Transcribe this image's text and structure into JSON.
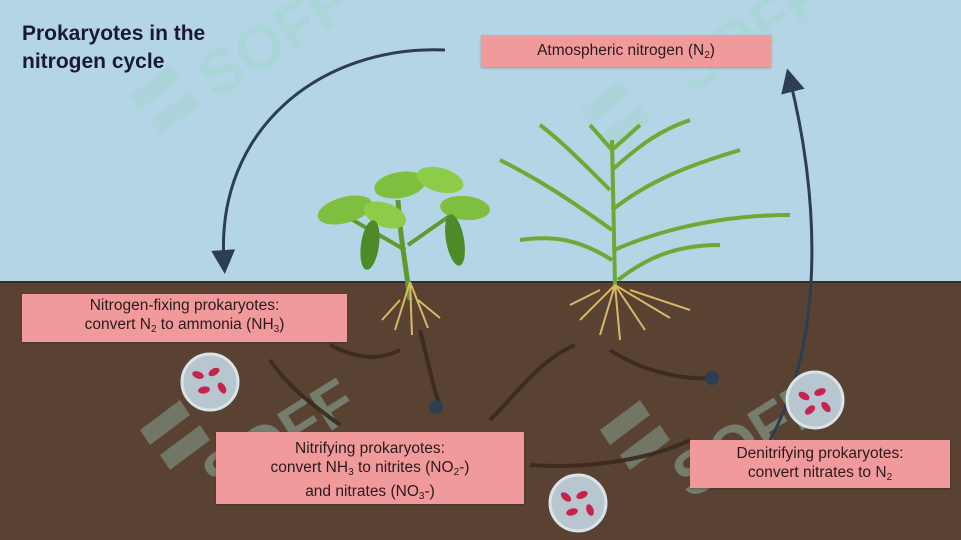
{
  "title_lines": [
    "Prokaryotes in the",
    "nitrogen cycle"
  ],
  "labels": {
    "atmospheric": {
      "text": "Atmospheric nitrogen (N",
      "sub": "2",
      "tail": ")"
    },
    "fixing": {
      "line1": "Nitrogen-fixing prokaryotes:",
      "line2_a": "convert N",
      "line2_sub1": "2",
      "line2_b": " to ammonia (NH",
      "line2_sub2": "3",
      "line2_c": ")"
    },
    "nitrifying": {
      "line1": "Nitrifying prokaryotes:",
      "line2_a": "convert NH",
      "line2_sub1": "3",
      "line2_b": " to nitrites (NO",
      "line2_sub2": "2",
      "line2_c": "-)",
      "line3_a": "and nitrates (NO",
      "line3_sub": "3",
      "line3_b": "-)"
    },
    "denitrifying": {
      "line1": "Denitrifying prokaryotes:",
      "line2_a": "convert nitrates to N",
      "line2_sub": "2"
    }
  },
  "watermark": "SOFF",
  "colors": {
    "sky": "#b4d5e6",
    "soil": "#5a4233",
    "label_bg": "#f19a9c",
    "arrow": "#2c3e50",
    "plant_green": "#6ea935",
    "root": "#d8b867",
    "bacteria": "#c8234d"
  }
}
